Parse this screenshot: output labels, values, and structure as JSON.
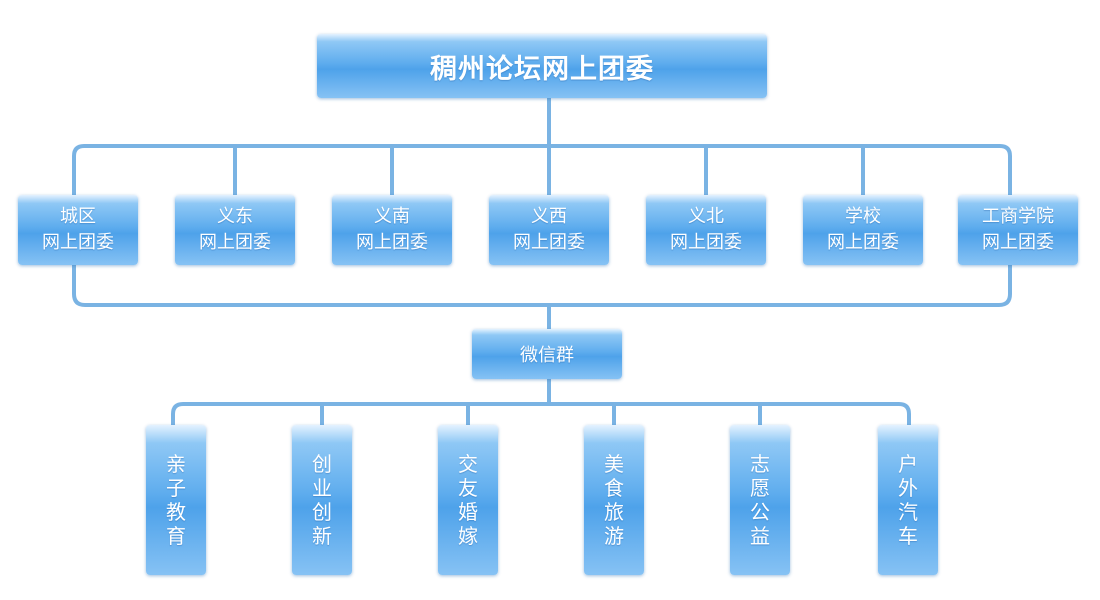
{
  "title": "稠州论坛网上团委",
  "branches": [
    {
      "line1": "城区",
      "line2": "网上团委"
    },
    {
      "line1": "义东",
      "line2": "网上团委"
    },
    {
      "line1": "义南",
      "line2": "网上团委"
    },
    {
      "line1": "义西",
      "line2": "网上团委"
    },
    {
      "line1": "义北",
      "line2": "网上团委"
    },
    {
      "line1": "学校",
      "line2": "网上团委"
    },
    {
      "line1": "工商学院",
      "line2": "网上团委"
    }
  ],
  "hub": "微信群",
  "groups": [
    "亲子教育",
    "创业创新",
    "交友婚嫁",
    "美食旅游",
    "志愿公益",
    "户外汽车"
  ],
  "colors": {
    "connector": "#7ab3e3",
    "node_top": "#e4f2ff",
    "node_mid": "#5fadee",
    "node_bottom": "#86c2f4",
    "text": "#ffffff"
  }
}
